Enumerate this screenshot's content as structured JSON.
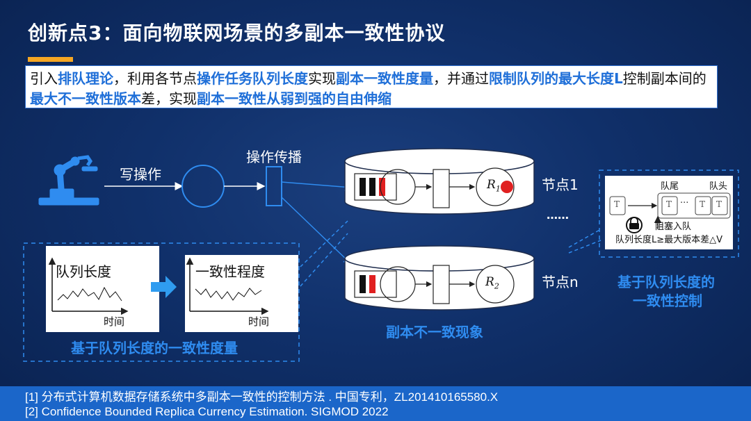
{
  "slide": {
    "title": "创新点3：面向物联网场景的多副本一致性协议",
    "intro": [
      {
        "t": "引入",
        "hl": false
      },
      {
        "t": "排队理论",
        "hl": true
      },
      {
        "t": "，利用各节点",
        "hl": false
      },
      {
        "t": "操作任务队列长度",
        "hl": true
      },
      {
        "t": "实现",
        "hl": false
      },
      {
        "t": "副本一致性度量",
        "hl": true
      },
      {
        "t": "，并通过",
        "hl": false
      },
      {
        "t": "限制队列的最大长度L",
        "hl": true
      },
      {
        "t": "控制副本间的",
        "hl": false
      },
      {
        "t": "最大不一致性版本",
        "hl": true
      },
      {
        "t": "差，实现",
        "hl": false
      },
      {
        "t": "副本一致性从弱到强的自由伸缩",
        "hl": true
      }
    ]
  },
  "diagram": {
    "write_op": "写操作",
    "propagate": "操作传播",
    "node1": "节点1",
    "ellipsis": "……",
    "noden": "节点n",
    "r1_base": "R",
    "r1_sub": "1",
    "r2_base": "R",
    "r2_sub": "2",
    "inconsistency": "副本不一致现象",
    "queue_length": "队列长度",
    "consistency_degree": "一致性程度",
    "time1": "时间",
    "time2": "时间",
    "measure_caption": "基于队列长度的一致性度量",
    "queue_tail": "队尾",
    "queue_head": "队头",
    "t_block": "T",
    "t_dots": "···",
    "block_enqueue": "阻塞入队",
    "limit_rule": "队列长度L≥最大版本差△V",
    "control_caption_1": "基于队列长度的",
    "control_caption_2": "一致性控制"
  },
  "references": [
    "[1] 分布式计算机数据存储系统中多副本一致性的控制方法 . 中国专利，ZL201410165580.X",
    "[2] Confidence Bounded Replica Currency Estimation. SIGMOD 2022"
  ],
  "colors": {
    "accent_orange": "#f5a623",
    "highlight_blue": "#1f6fd8",
    "caption_blue": "#2f8cf0",
    "replica_red": "#e02020",
    "footer_blue": "#1b66c9"
  }
}
